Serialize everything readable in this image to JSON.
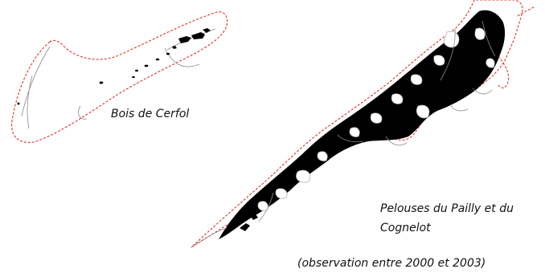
{
  "labels": {
    "bois_de_cerfol": "Bois de Cerfol",
    "pelouses_line1": "Pelouses du Pailly et du",
    "pelouses_line2": "Cognelot",
    "observation_note": "(observation entre 2000 et 2003)"
  },
  "colors": {
    "boundary": "#d9342b",
    "vegetation": "#000000",
    "inner_lines": "#8a8a8a",
    "background": "#ffffff"
  }
}
